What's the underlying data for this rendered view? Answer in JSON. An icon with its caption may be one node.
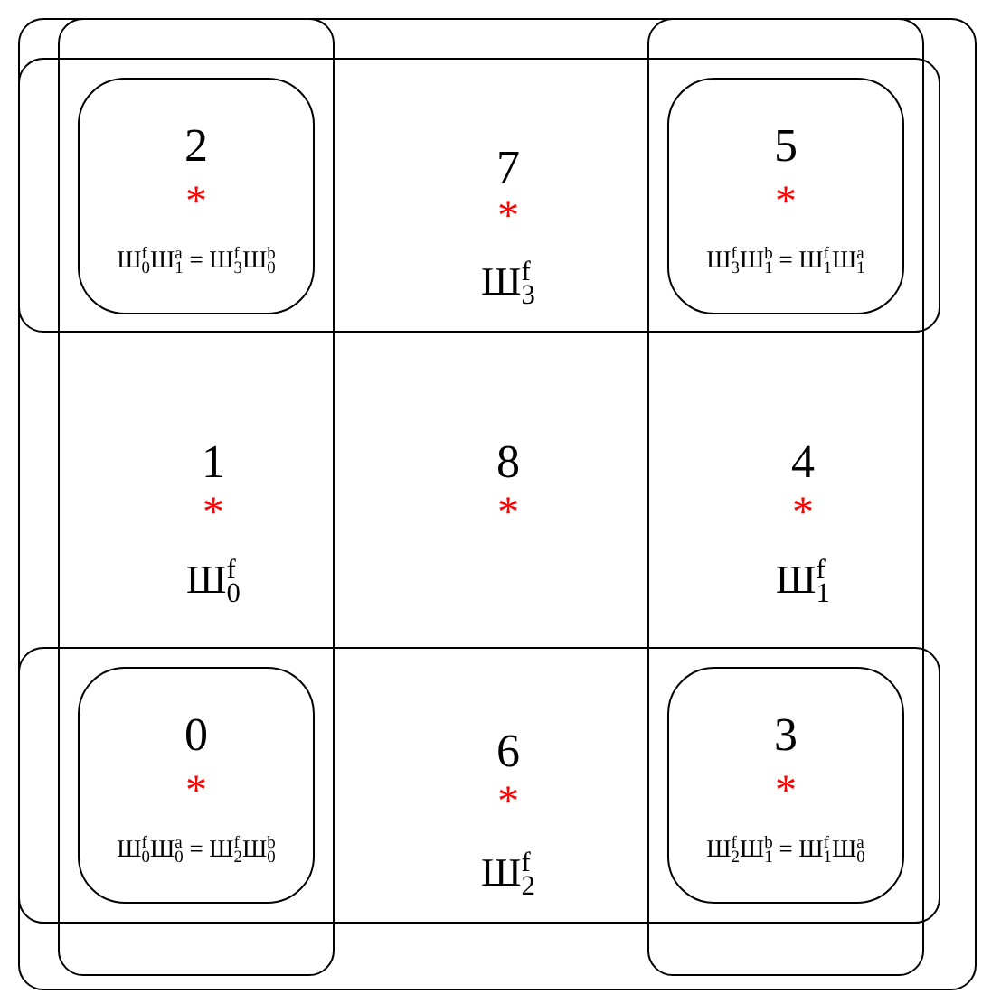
{
  "diagram": {
    "nodes": [
      {
        "text": [],
        "shape": "box"
      },
      {
        "text": [],
        "shape": "box",
        "in": 0
      },
      {
        "text": [],
        "shape": "box",
        "in": 0
      },
      {
        "text": [],
        "shape": "box",
        "in": 0
      },
      {
        "text": [],
        "shape": "box",
        "in": 0
      },
      {
        "text": [
          "2",
          "*",
          "Ш$^{f}$$_{0}$Ш$^{a}$$_{1}$ = Ш$^{f}$$_{3}$Ш$^{b}$$_{0}$"
        ]
      },
      {
        "text": [
          "5",
          "*",
          "Ш$^{f}$$_{3}$Ш$^{b}$$_{1}$ = Ш$^{f}$$_{1}$Ш$^{a}$$_{1}$"
        ]
      },
      {
        "text": [
          "0",
          "*",
          "Ш$^{f}$$_{0}$Ш$^{a}$$_{0}$ = Ш$^{f}$$_{2}$Ш$^{b}$$_{0}$"
        ]
      },
      {
        "text": [
          "3",
          "*",
          "Ш$^{f}$$_{2}$Ш$^{b}$$_{1}$ = Ш$^{f}$$_{1}$Ш$^{a}$$_{0}$"
        ]
      }
    ],
    "edges": [],
    "labels": [
      "7",
      "*",
      "Ш$^{f}$$_{3}$",
      "1",
      "*",
      "Ш$^{f}$$_{0}$",
      "8",
      "*",
      "4",
      "*",
      "Ш$^{f}$$_{1}$",
      "6",
      "*",
      "Ш$^{f}$$_{2}$"
    ]
  }
}
